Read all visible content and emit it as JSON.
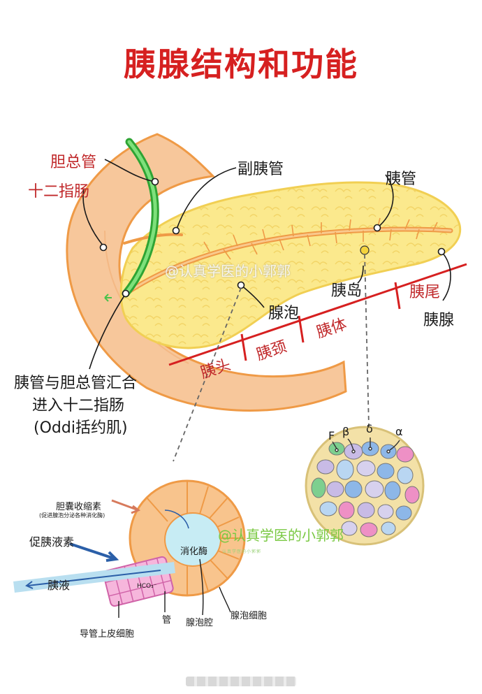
{
  "title": "胰腺结构和功能",
  "labels": {
    "common_bile_duct": "胆总管",
    "duodenum": "十二指肠",
    "accessory_duct": "副胰管",
    "pancreatic_duct": "胰管",
    "islet": "胰岛",
    "tail": "胰尾",
    "pancreas": "胰腺",
    "acinus": "腺泡",
    "head": "胰头",
    "neck": "胰颈",
    "body": "胰体",
    "junction_line1": "胰管与胆总管汇合",
    "junction_line2": "进入十二指肠",
    "junction_line3": "(Oddi括约肌)",
    "cck": "胆囊收缩素",
    "cck_note": "(促进腺泡分泌各种消化酶)",
    "secretin": "促胰液素",
    "pancreatic_juice": "胰液",
    "hco3": "HCO₃⁻",
    "enzymes": "消化酶",
    "duct_epithelial": "导管上皮细胞",
    "duct": "管",
    "acinar_lumen": "腺泡腔",
    "acinar_cell": "腺泡细胞",
    "cell_f": "F",
    "cell_beta": "β",
    "cell_delta": "δ",
    "cell_alpha": "α"
  },
  "watermarks": {
    "main": "@认真学医的小郭郭",
    "secondary": "@认真学医的小郭郭",
    "tiny": "认真学医的小郭郭"
  },
  "colors": {
    "title": "#d62020",
    "red_label": "#c0282a",
    "duodenum": "#f6c79a",
    "pancreas": "#fbe98d",
    "duct": "#f2a65a",
    "bile_duct": "#49c24b"
  }
}
